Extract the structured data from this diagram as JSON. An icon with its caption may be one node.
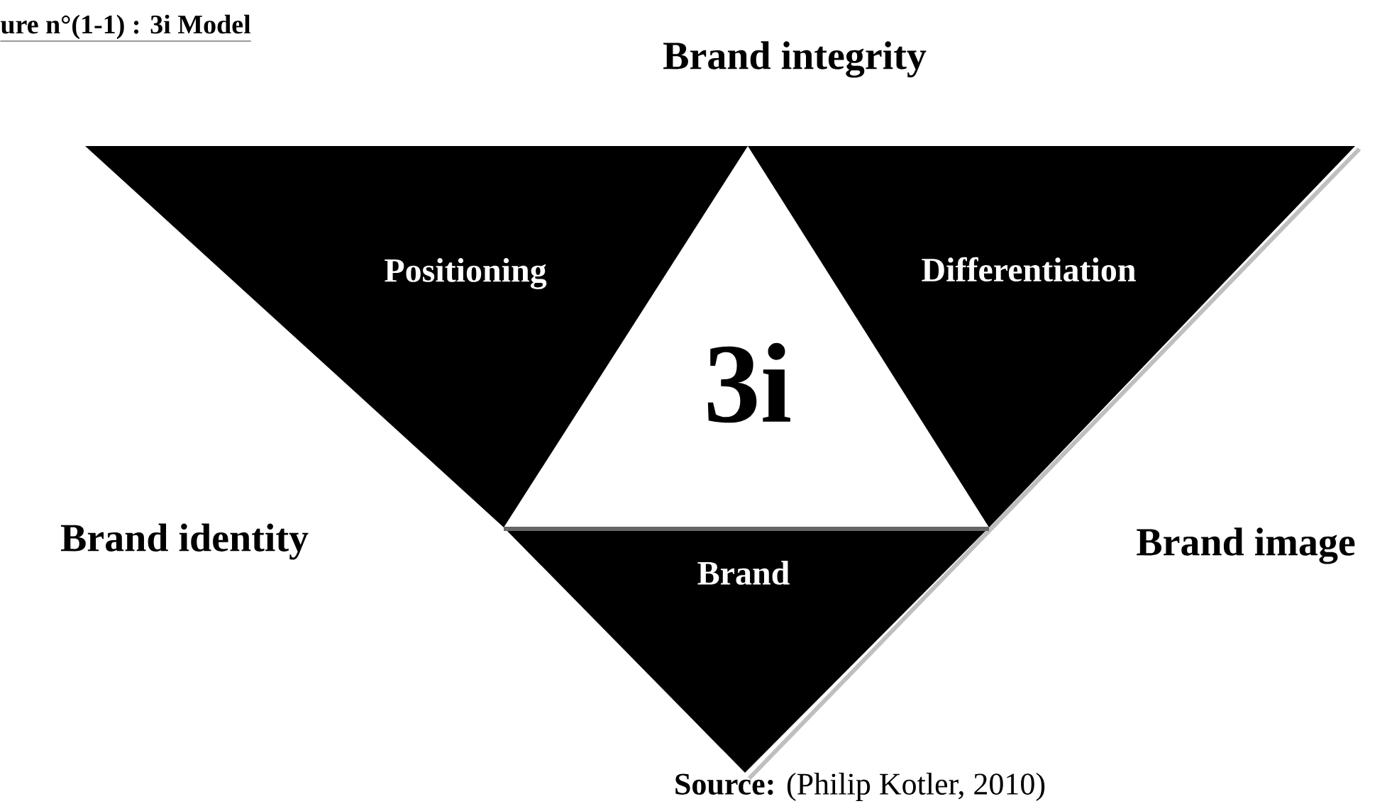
{
  "diagram": {
    "title": "ure n°(1-1) : 3i Model",
    "caption": "**Source:** (Philip Kotler, 2010)",
    "nodes": [
      {
        "text": [
          "Positioning"
        ]
      },
      {
        "text": [
          "3i"
        ]
      },
      {
        "text": [
          "Differentiation"
        ]
      },
      {
        "text": [
          "Brand"
        ]
      }
    ],
    "labels": [
      "Brand integrity",
      "Brand identity",
      "Brand image"
    ]
  }
}
